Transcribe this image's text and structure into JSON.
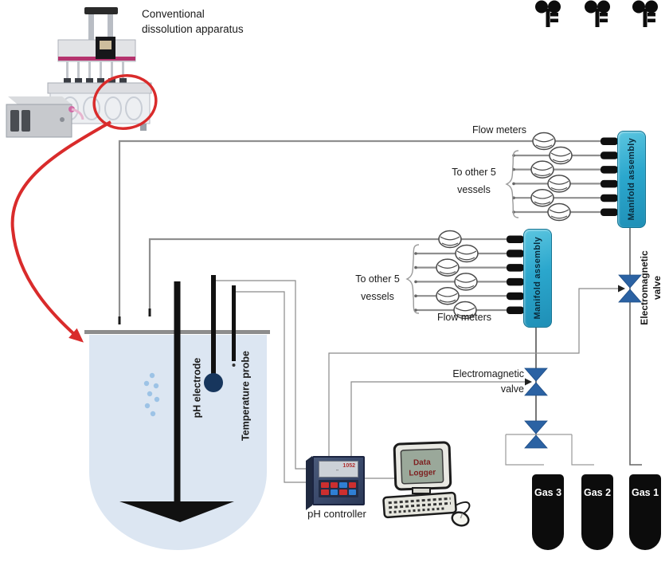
{
  "photo_caption": {
    "line1": "Conventional",
    "line2": "dissolution apparatus"
  },
  "top_flow_group": {
    "flow_meters_label": "Flow meters",
    "to_other_line1": "To other 5",
    "to_other_line2": "vessels",
    "manifold_label": "Manifold assembly"
  },
  "middle_flow_group": {
    "flow_meters_label": "Flow meters",
    "to_other_line1": "To other 5",
    "to_other_line2": "vessels",
    "manifold_label": "Manifold assembly"
  },
  "valves": {
    "middle_label_line1": "Electromagnetic",
    "middle_label_line2": "valve",
    "right_label_line1": "Electromagnetic",
    "right_label_line2": "valve"
  },
  "vessel": {
    "ph_electrode_label": "pH electrode",
    "temperature_probe_label": "Temperature probe"
  },
  "ph_controller": {
    "label": "pH controller",
    "screen_value": "1052"
  },
  "data_logger": {
    "screen_line1": "Data",
    "screen_line2": "Logger"
  },
  "gas_cylinders": [
    {
      "label": "Gas 3"
    },
    {
      "label": "Gas 2"
    },
    {
      "label": "Gas 1"
    }
  ],
  "colors": {
    "manifold_teal": "#2ba7cd",
    "valve_blue": "#2b62a3",
    "vessel_fill": "#dce6f2",
    "highlight_red": "#d92b2b",
    "bubble_blue": "#9dc3e6",
    "electrode_navy": "#17365d",
    "cylinder_black": "#0c0c0c",
    "screen_green": "#9aa89a",
    "screen_text_red": "#7d1f1f"
  }
}
